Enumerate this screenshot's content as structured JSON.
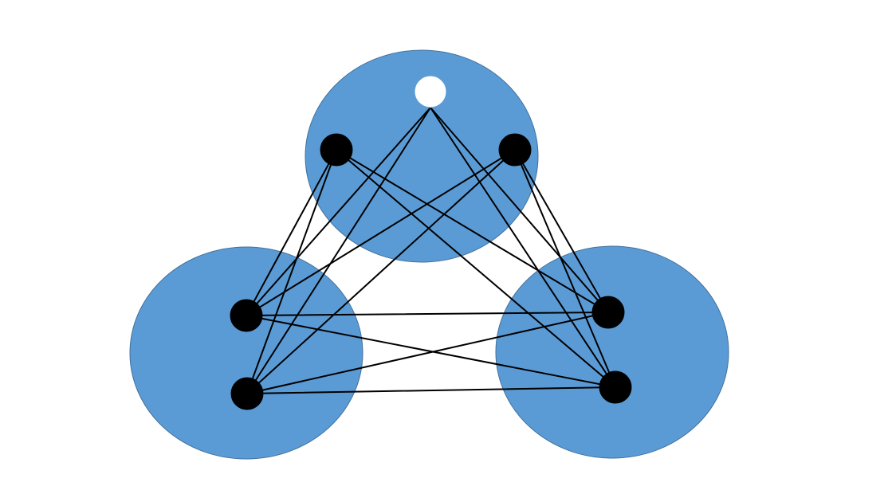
{
  "colors": {
    "background": "#ffffff",
    "cluster_fill": "#5b9bd5",
    "cluster_stroke": "#41719c",
    "edge": "#000000",
    "vertex_filled": "#000000",
    "vertex_hollow": "#ffffff"
  },
  "clusters": [
    {
      "id": "top"
    },
    {
      "id": "left"
    },
    {
      "id": "right"
    }
  ],
  "vertices": [
    {
      "id": "t0",
      "cluster": "top",
      "style": "hollow"
    },
    {
      "id": "t1",
      "cluster": "top",
      "style": "filled"
    },
    {
      "id": "t2",
      "cluster": "top",
      "style": "filled"
    },
    {
      "id": "l1",
      "cluster": "left",
      "style": "filled"
    },
    {
      "id": "l2",
      "cluster": "left",
      "style": "filled"
    },
    {
      "id": "r1",
      "cluster": "right",
      "style": "filled"
    },
    {
      "id": "r2",
      "cluster": "right",
      "style": "filled"
    }
  ],
  "edges": [
    [
      "t0",
      "l1"
    ],
    [
      "t0",
      "l2"
    ],
    [
      "t0",
      "r1"
    ],
    [
      "t0",
      "r2"
    ],
    [
      "t1",
      "l1"
    ],
    [
      "t1",
      "l2"
    ],
    [
      "t1",
      "r1"
    ],
    [
      "t1",
      "r2"
    ],
    [
      "t2",
      "l1"
    ],
    [
      "t2",
      "l2"
    ],
    [
      "t2",
      "r1"
    ],
    [
      "t2",
      "r2"
    ],
    [
      "l1",
      "r1"
    ],
    [
      "l1",
      "r2"
    ],
    [
      "l2",
      "r1"
    ],
    [
      "l2",
      "r2"
    ]
  ]
}
